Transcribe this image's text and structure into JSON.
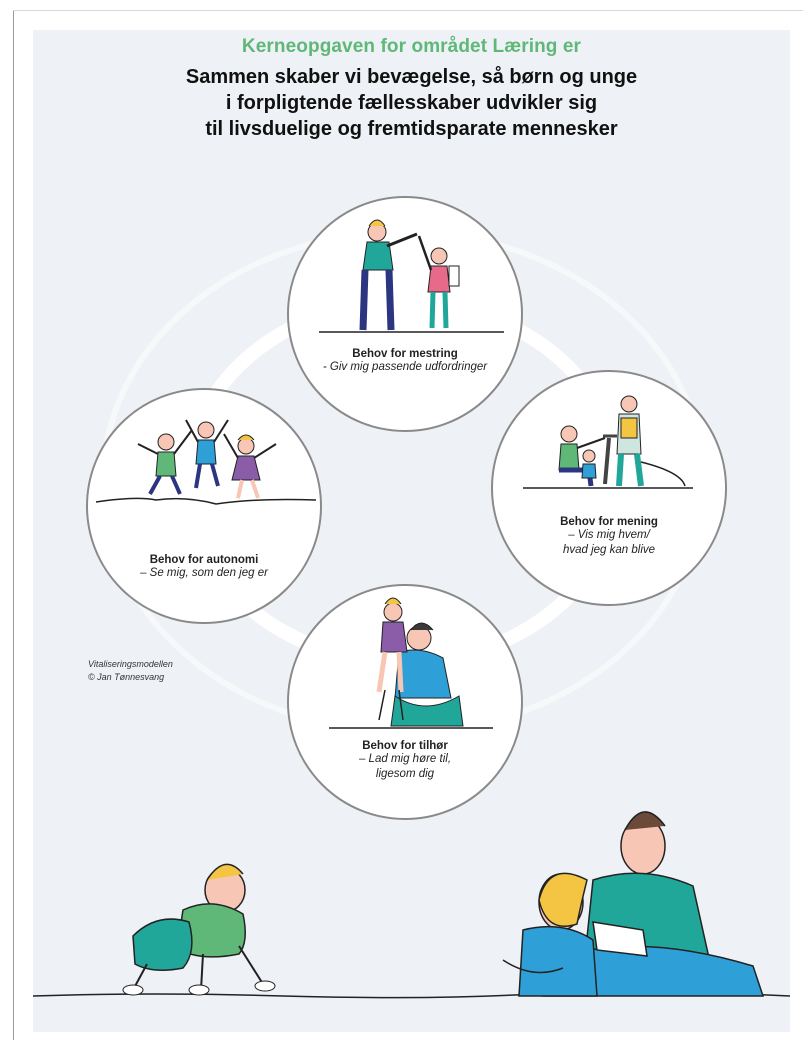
{
  "header": {
    "kicker": "Kerneopgaven for området Læring er",
    "title_lines": [
      "Sammen skaber vi bevægelse, så børn og unge",
      "i forpligtende fællesskaber udvikler sig",
      "til livsduelige og fremtidsparate mennesker"
    ]
  },
  "needs": [
    {
      "title": "Behov for mestring",
      "lines": [
        "- Giv mig passende udfordringer"
      ]
    },
    {
      "title": "Behov for autonomi",
      "lines": [
        "– Se mig, som den jeg er"
      ]
    },
    {
      "title": "Behov for mening",
      "lines": [
        "– Vis mig hvem/",
        "hvad jeg kan blive"
      ]
    },
    {
      "title": "Behov for tilhør",
      "lines": [
        "– Lad mig høre til,",
        "ligesom dig"
      ]
    }
  ],
  "credit": [
    "Vitaliseringsmodellen",
    "© Jan Tønnesvang"
  ],
  "colors": {
    "accent_green": "#5fb878",
    "poster_bg": "#eef1f5",
    "teal": "#20a79a",
    "blue": "#2f9fd8",
    "yellow": "#f4c542",
    "pink": "#e86a8a",
    "skin": "#f7c6b4",
    "navy": "#2c3580"
  }
}
